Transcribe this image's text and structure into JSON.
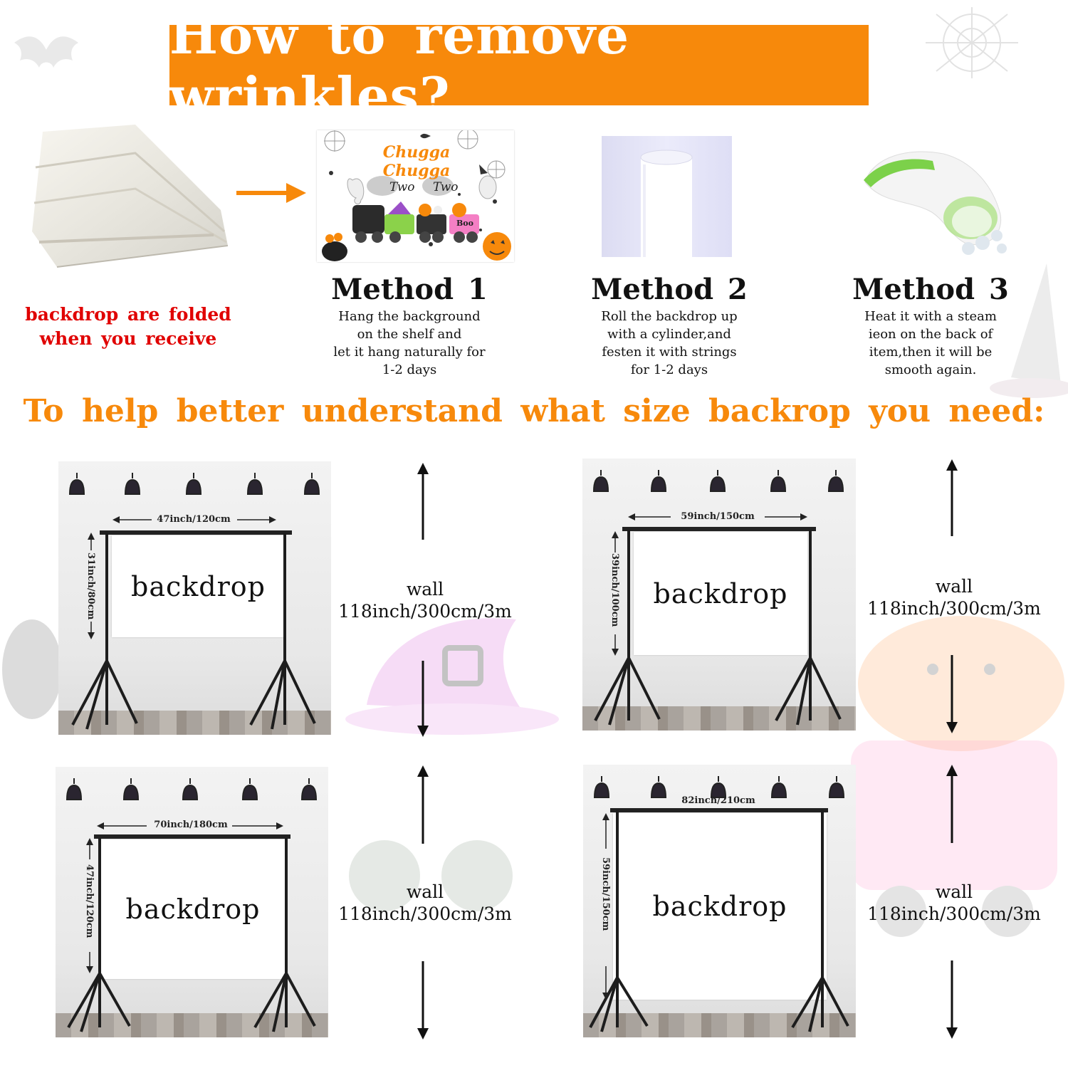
{
  "title": "How to remove wrinkles?",
  "folded_note": [
    "backdrop are folded",
    "when you receive"
  ],
  "methods": [
    {
      "title": "Method 1",
      "lines": [
        "Hang the background",
        "on the shelf and",
        "let it hang naturally for",
        "1-2 days"
      ]
    },
    {
      "title": "Method 2",
      "lines": [
        "Roll the backdrop up",
        "with a cylinder,and",
        "festen it with strings",
        "for 1-2 days"
      ]
    },
    {
      "title": "Method 3",
      "lines": [
        "Heat it with a steam",
        "ieon on the back of",
        "item,then it will be",
        "smooth again."
      ]
    }
  ],
  "sample_print": {
    "heading": "Chugga Chugga",
    "word1": "Two",
    "word2": "Two",
    "car_label": "Boo"
  },
  "size_headline": "To help better understand what size backrop you need:",
  "panels": [
    {
      "width_label": "47inch/120cm",
      "height_label": "31inch/80cm",
      "backdrop_label": "backdrop",
      "wall_label": "wall",
      "wall_size": "118inch/300cm/3m"
    },
    {
      "width_label": "59inch/150cm",
      "height_label": "39inch/100cm",
      "backdrop_label": "backdrop",
      "wall_label": "wall",
      "wall_size": "118inch/300cm/3m"
    },
    {
      "width_label": "70inch/180cm",
      "height_label": "47inch/120cm",
      "backdrop_label": "backdrop",
      "wall_label": "wall",
      "wall_size": "118inch/300cm/3m"
    },
    {
      "width_label": "82inch/210cm",
      "height_label": "59inch/150cm",
      "backdrop_label": "backdrop",
      "wall_label": "wall",
      "wall_size": "118inch/300cm/3m"
    }
  ],
  "colors": {
    "accent": "#f7890b",
    "note_red": "#e00000"
  }
}
